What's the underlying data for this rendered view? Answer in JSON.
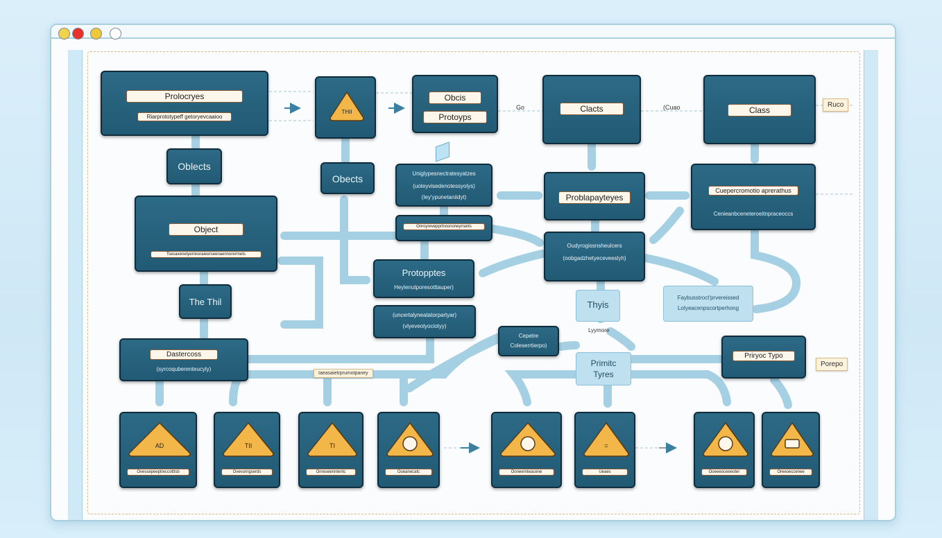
{
  "colors": {
    "box": "#215a74",
    "arrow": "#9ccbe0",
    "accent": "#f2b748"
  },
  "icons": [
    "close-icon",
    "minimize-icon",
    "maximize-icon",
    "triangle-icon",
    "circle-icon",
    "rect-icon"
  ],
  "top": {
    "prototypes": {
      "title": "Prolocryes",
      "sub": "Riarprototypeff getoryevcaaioo"
    },
    "this_icon": "THII",
    "objects_protos": {
      "a": "Obcis",
      "b": "Protoyps"
    },
    "go": "Go",
    "clacts": "Clacts",
    "cuao": "(Cuao",
    "class": "Class",
    "ruco": "Ruco"
  },
  "row2": {
    "objects_l": "Oblects",
    "objects_m": "Obects",
    "mid_box": {
      "l1": "Uniglypesnectratesyatzes",
      "l2": "(uoteyvisedenotessyolys)",
      "l3": "(Iey'ypunetaniidyt)"
    },
    "protapytes": "Problapayteyes",
    "cueper": {
      "title": "Cuepercromotio aprerathus",
      "sub": "Cenieanbceneteroeitnpraceoccs"
    }
  },
  "row3": {
    "object": {
      "title": "Object",
      "sub": "Tsesaxenetyerresnaieerseenaennorerrnets"
    },
    "proto_strip": "Onroyrevepprtnosnoneyrrants",
    "oudyr": {
      "l1": "Oudyrogissnsheulcers",
      "l2": "(oobgadzhetyeceveeslyh)"
    },
    "protoptes": {
      "title": "Protopptes",
      "sub": "Heylenutporesotttauper)"
    }
  },
  "row4": {
    "the_thi": "The Thil",
    "thyis": "Thyis",
    "faybus": {
      "l1": "Faybusstroct'prvereissed",
      "l2": "Lotyeacenpscortperhong"
    },
    "uncert": {
      "l1": "(uncertalyneatatorpartyar)",
      "l2": "(vlyeveolyociotyy)"
    },
    "cepetre": {
      "l1": "Cepetre",
      "l2": "Coleserrtierpo)"
    },
    "lyymore": "Lyymore"
  },
  "row5": {
    "dastercoss": {
      "title": "Dastercoss",
      "sub": "(syrcoquberenteucyly)"
    },
    "strip": "Iaeasaietrprumotpaney",
    "primitc": {
      "l1": "Primitc",
      "l2": "Tyres"
    },
    "priryoc": "Priryoc Typo",
    "porepo": "Porepo"
  },
  "bottom": [
    "Ovessepeeptreccotttsb",
    "Ovevurngserds",
    "Onreseenntentc",
    "Oueanecatc",
    "Ooneernteacene",
    "Ueaes",
    "Ooeeeoceeeoter",
    "Oreeoeccenee"
  ],
  "bottom_icons": [
    "AD",
    "TII",
    "TI",
    "",
    "",
    " =",
    "",
    ""
  ]
}
